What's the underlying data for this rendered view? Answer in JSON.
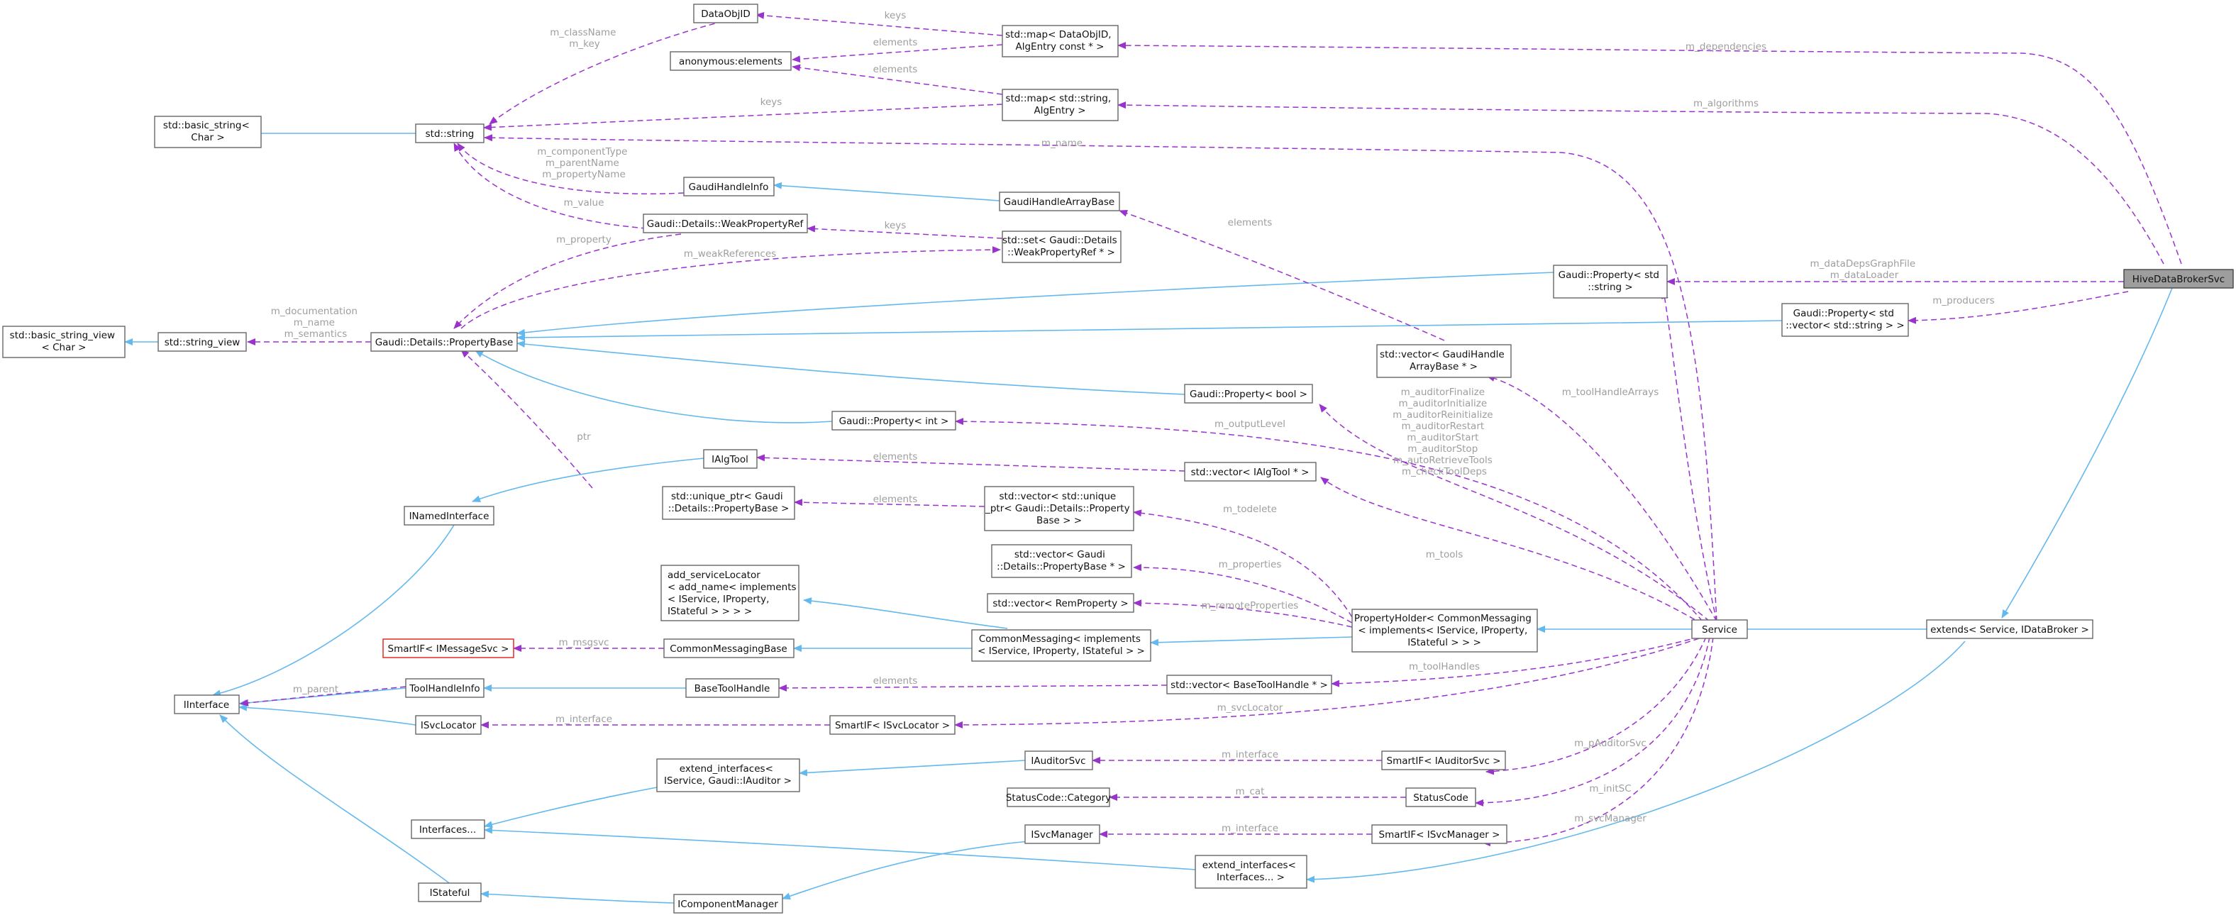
{
  "colors": {
    "inheritance": "#63b8ee",
    "usage": "#9a32cd",
    "label": "#9e9e9e",
    "highlight_fill": "#9e9e9e",
    "red_border": "#e53935"
  },
  "nodes": {
    "hive": "HiveDataBrokerSvc",
    "extends_svc": "extends< Service, IDataBroker >",
    "service": "Service",
    "property_holder": [
      "PropertyHolder< CommonMessaging",
      "< implements< IService, IProperty,",
      "IStateful > > >"
    ],
    "common_messaging": [
      "CommonMessaging< implements",
      "< IService, IProperty, IStateful > >"
    ],
    "common_messaging_base": "CommonMessagingBase",
    "add_service_locator": [
      "add_serviceLocator",
      "< add_name< implements",
      "< IService, IProperty,",
      "IStateful > > > >"
    ],
    "smartif_imessagesvc": "SmartIF< IMessageSvc >",
    "iinterface": "IInterface",
    "inamed_interface": "INamedInterface",
    "ialgtool": "IAlgTool",
    "tool_handle_info": "ToolHandleInfo",
    "base_tool_handle": "BaseToolHandle",
    "isvclocator": "ISvcLocator",
    "smartif_isvclocator": "SmartIF< ISvcLocator >",
    "extend_if_auditor": [
      "extend_interfaces<",
      "IService, Gaudi::IAuditor >"
    ],
    "interfaces": "Interfaces...",
    "istateful": "IStateful",
    "icomponent_manager": "IComponentManager",
    "isvcmanager": "ISvcManager",
    "iauditorsvc": "IAuditorSvc",
    "statuscode_category": "StatusCode::Category",
    "smartif_iauditorsvc": "SmartIF< IAuditorSvc >",
    "statuscode": "StatusCode",
    "smartif_isvcmanager": "SmartIF< ISvcManager >",
    "extend_interfaces": [
      "extend_interfaces<",
      "Interfaces... >"
    ],
    "dataobjid": "DataObjID",
    "anon_elements": "anonymous:elements",
    "std_string": "std::string",
    "basic_string": [
      "std::basic_string<",
      "Char >"
    ],
    "string_view": "std::string_view",
    "basic_string_view": [
      "std::basic_string_view",
      "< Char >"
    ],
    "property_base": "Gaudi::Details::PropertyBase",
    "gaudi_handle_info": "GaudiHandleInfo",
    "gaudi_handle_array_base": "GaudiHandleArrayBase",
    "weak_property_ref": "Gaudi::Details::WeakPropertyRef",
    "map_dataobjid": [
      "std::map< DataObjID,",
      "AlgEntry const * >"
    ],
    "map_string": [
      "std::map< std::string,",
      "AlgEntry >"
    ],
    "set_weakref": [
      "std::set< Gaudi::Details",
      "::WeakPropertyRef * >"
    ],
    "prop_string": [
      "Gaudi::Property< std",
      "::string >"
    ],
    "prop_vector_string": [
      "Gaudi::Property< std",
      "::vector< std::string > >"
    ],
    "vector_gaudi_handle": [
      "std::vector< GaudiHandle",
      "ArrayBase * >"
    ],
    "prop_bool": "Gaudi::Property< bool >",
    "prop_int": "Gaudi::Property< int >",
    "vector_ialgtool": "std::vector< IAlgTool * >",
    "unique_ptr_pb": [
      "std::unique_ptr< Gaudi",
      "::Details::PropertyBase >"
    ],
    "vector_unique_ptr": [
      "std::vector< std::unique",
      "_ptr< Gaudi::Details::Property",
      "Base > >"
    ],
    "vector_pb_ptr": [
      "std::vector< Gaudi",
      "::Details::PropertyBase * >"
    ],
    "vector_remproperty": "std::vector< RemProperty >",
    "vector_basetoolhandle": "std::vector< BaseToolHandle * >"
  },
  "labels": {
    "m_dependencies": "m_dependencies",
    "m_algorithms": "m_algorithms",
    "m_datadepsgraph": [
      "m_dataDepsGraphFile",
      "m_dataLoader"
    ],
    "m_producers": "m_producers",
    "m_name": "m_name",
    "keys_dataobjid": "keys",
    "elements_map1": "elements",
    "elements_map2": "elements",
    "keys_map2": "keys",
    "m_classname": [
      "m_className",
      "m_key"
    ],
    "m_componenttype": [
      "m_componentType",
      "m_parentName",
      "m_propertyName"
    ],
    "m_value": "m_value",
    "keys_set": "keys",
    "m_property": "m_property",
    "m_weakreferences": "m_weakReferences",
    "elements_gha": "elements",
    "m_documentation": [
      "m_documentation",
      "m_name",
      "m_semantics"
    ],
    "m_auditor_group": [
      "m_auditorFinalize",
      "m_auditorInitialize",
      "m_auditorReinitialize",
      "m_auditorRestart",
      "m_auditorStart",
      "m_auditorStop",
      "m_autoRetrieveTools",
      "m_checkToolDeps"
    ],
    "m_toolhandlearrays": "m_toolHandleArrays",
    "m_outputlevel": "m_outputLevel",
    "ptr": "ptr",
    "elements_ialgtool": "elements",
    "m_tools": "m_tools",
    "elements_unique": "elements",
    "m_todelete": "m_todelete",
    "m_properties": "m_properties",
    "m_remoteproperties": "m_remoteProperties",
    "m_msgsvc": "m_msgsvc",
    "m_parent": "m_parent",
    "elements_bth": "elements",
    "m_toolhandles": "m_toolHandles",
    "m_interface_locator": "m_interface",
    "m_svclocator": "m_svcLocator",
    "m_interface_auditor": "m_interface",
    "m_pauditorsvc": "m_pAuditorSvc",
    "m_cat": "m_cat",
    "m_initsc": "m_initSC",
    "m_interface_svcmanager": "m_interface",
    "m_svcmanager": "m_svcManager"
  }
}
